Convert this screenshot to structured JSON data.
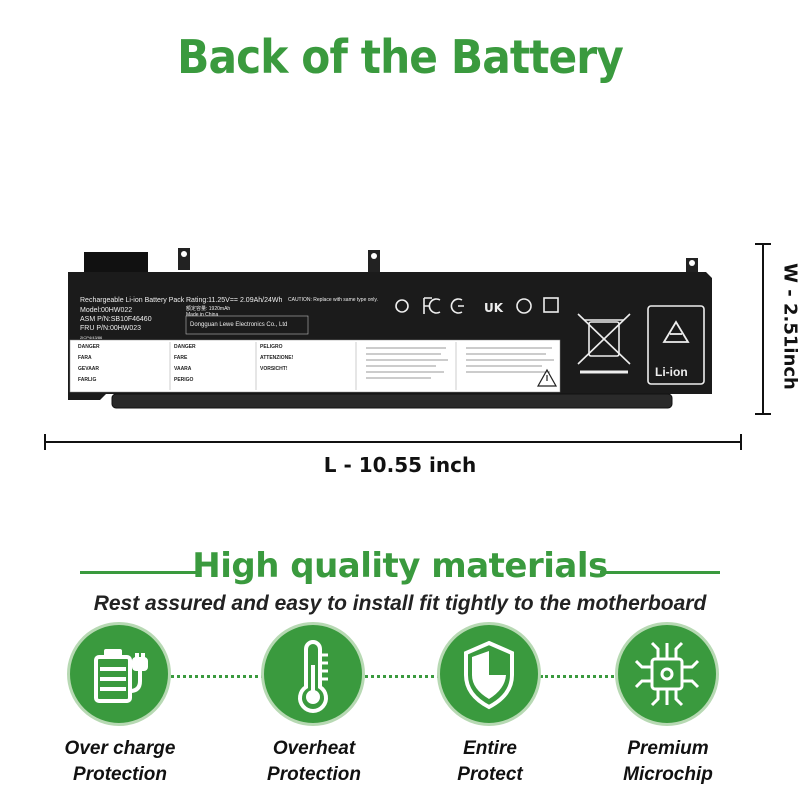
{
  "title": "Back of the Battery",
  "battery_label": {
    "line1": "Rechargeable Li-ion Battery Pack",
    "line2": "Model:00HW022",
    "line3": "ASM P/N:SB10F46460",
    "line4": "FRU P/N:00HW023",
    "line5": "2ICP4/43/86",
    "rating": "Rating:11.25V== 2.09Ah/24Wh",
    "rating2": "额定容量: 1920mAh",
    "made": "Made in China",
    "maker": "Dongguan Lewe Electronics Co., Ltd",
    "caution": "CAUTION: Replace with same type only.",
    "warnings_left": [
      "DANGER",
      "FARA",
      "GEVAAR",
      "FARLIG"
    ],
    "warnings_mid": [
      "DANGER",
      "FARE",
      "VAARA",
      "PERIGO"
    ],
    "warnings_right": [
      "PELIGRO",
      "ATTENZIONE!",
      "VORSICHT!"
    ],
    "badge": "Li-ion"
  },
  "dimensions": {
    "length": "L - 10.55 inch",
    "width": "W - 2.51inch"
  },
  "section_title": "High quality materials",
  "subtitle": "Rest assured and easy to install fit tightly to the motherboard",
  "features": [
    {
      "line1": "Over charge",
      "line2": "Protection",
      "icon": "battery-charger-icon"
    },
    {
      "line1": "Overheat",
      "line2": "Protection",
      "icon": "thermometer-icon"
    },
    {
      "line1": "Entire",
      "line2": "Protect",
      "icon": "shield-icon"
    },
    {
      "line1": "Premium",
      "line2": "Microchip",
      "icon": "microchip-icon"
    }
  ],
  "colors": {
    "accent": "#3a9a3e",
    "battery": "#1b1b1b"
  }
}
